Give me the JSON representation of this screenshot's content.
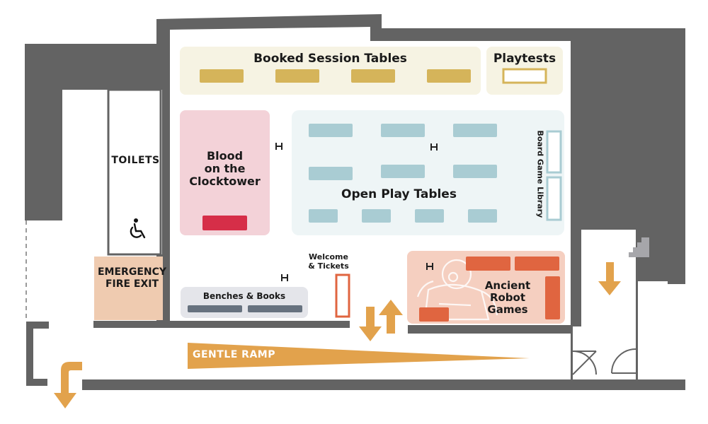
{
  "colors": {
    "wall": "#636363",
    "booked_zone": "#f6f3e3",
    "booked_table": "#d5b45a",
    "playtest_zone": "#f6f3e3",
    "blood_zone": "#f3d2d8",
    "blood_table": "#d62e48",
    "open_zone": "#eef5f6",
    "open_table": "#a9ccd3",
    "robot_zone": "#f5cfc0",
    "robot_table": "#e06540",
    "benches_zone": "#e4e5ea",
    "bench": "#67727f",
    "fire_exit": "#efcbb0",
    "arrow": "#e2a24c",
    "stairs": "#a6a6aa"
  },
  "labels": {
    "booked": "Booked Session Tables",
    "playtests": "Playtests",
    "toilets": "TOILETS",
    "blood_line1": "Blood",
    "blood_line2": "on the",
    "blood_line3": "Clocktower",
    "open_play": "Open Play Tables",
    "library": "Board Game Library",
    "welcome_line1": "Welcome",
    "welcome_line2": "& Tickets",
    "emergency_line1": "EMERGENCY",
    "emergency_line2": "FIRE EXIT",
    "benches": "Benches & Books",
    "robot_line1": "Ancient",
    "robot_line2": "Robot",
    "robot_line3": "Games",
    "ramp": "GENTLE RAMP",
    "power_marker": "H"
  },
  "icons": {
    "accessible": "wheelchair-icon",
    "stairs": "stairs-icon",
    "power": "power-socket-icon"
  }
}
